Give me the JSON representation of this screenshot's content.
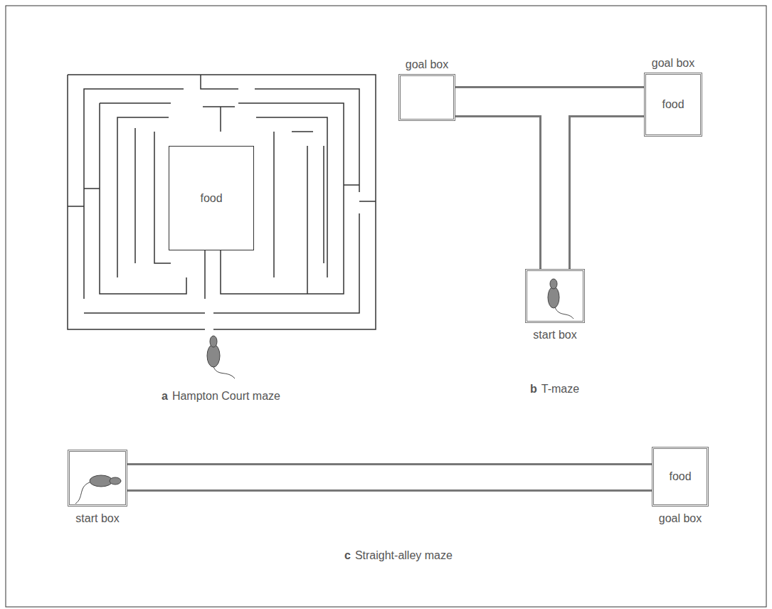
{
  "diagram": {
    "nodes": [
      {
        "text": [
          "food"
        ]
      },
      {
        "text": [
          "goal box"
        ]
      },
      {
        "text": [
          "goal box",
          "food"
        ]
      },
      {
        "text": [
          "start box"
        ]
      },
      {
        "text": [
          "start box"
        ]
      },
      {
        "text": [
          "food",
          "goal box"
        ]
      }
    ],
    "edges": [
      {
        "from": 3,
        "to": 1,
        "arrow": "none"
      },
      {
        "from": 3,
        "to": 2,
        "arrow": "none"
      },
      {
        "from": 4,
        "to": 5,
        "arrow": "none"
      }
    ],
    "labels": [
      "a",
      "Hampton Court maze",
      "b",
      "T-maze",
      "c",
      "Straight-alley maze"
    ]
  }
}
